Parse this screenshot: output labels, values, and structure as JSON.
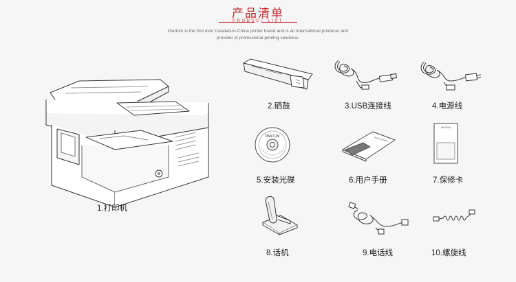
{
  "header": {
    "title": "产品清单",
    "subtitle": "PRODUCT LIST",
    "intro_line1": "Pantum is the first ever Created-in-China printer brand and is an international producer and",
    "intro_line2": "provider of professional printing solutions.",
    "accent_color": "#c2272d"
  },
  "items": [
    {
      "label": "1.打印机",
      "icon": "printer-icon"
    },
    {
      "label": "2.硒鼓",
      "icon": "toner-cartridge-icon"
    },
    {
      "label": "3.USB连接线",
      "icon": "usb-cable-icon"
    },
    {
      "label": "4.电源线",
      "icon": "power-cord-icon"
    },
    {
      "label": "5.安装光碟",
      "icon": "cd-icon",
      "disc_text": "PANTUM"
    },
    {
      "label": "6.用户手册",
      "icon": "manual-icon"
    },
    {
      "label": "7.保修卡",
      "icon": "warranty-card-icon",
      "card_text": "PANTUM"
    },
    {
      "label": "8.话机",
      "icon": "telephone-handset-icon"
    },
    {
      "label": "9.电话线",
      "icon": "phone-line-icon"
    },
    {
      "label": "10.螺旋线",
      "icon": "coiled-cord-icon"
    }
  ]
}
